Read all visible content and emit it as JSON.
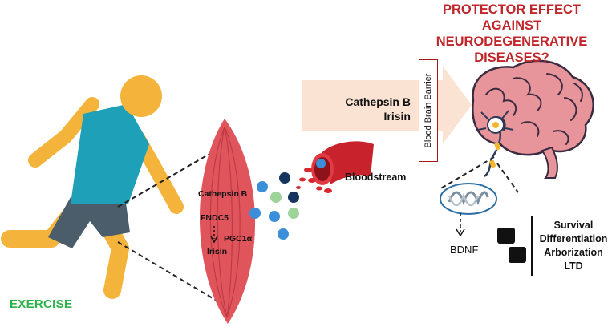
{
  "title": {
    "lines": [
      "PROTECTOR EFFECT",
      "AGAINST",
      "NEURODEGENERATIVE",
      "DISEASES?"
    ],
    "color": "#c0262a"
  },
  "arrow_label": {
    "line1": "Cathepsin B",
    "line2": "Irisin"
  },
  "barrier_label": "Blood Brain Barrier",
  "muscle": {
    "cathepsin": "Cathepsin B",
    "fndc5": "FNDC5",
    "pgc1a": "PGC1α",
    "irisin": "Irisin"
  },
  "bloodstream_label": "Bloodstream",
  "exercise_label": "EXERCISE",
  "exercise_color": "#2db34a",
  "bdnf_label": "BDNF",
  "effects": [
    "Survival",
    "Differentiation",
    "Arborization",
    "LTD"
  ],
  "colors": {
    "muscle": "#e0555c",
    "vessel": "#c8232c",
    "brain": "#e8949b",
    "runner_skin": "#f4b43c",
    "runner_shirt": "#1ea0b8",
    "runner_shorts": "#4b5d6b",
    "arrow_fill": "#fbe3d3",
    "particle_navy": "#16355e",
    "particle_blue": "#3b8fd9",
    "particle_green": "#9ed39a"
  }
}
